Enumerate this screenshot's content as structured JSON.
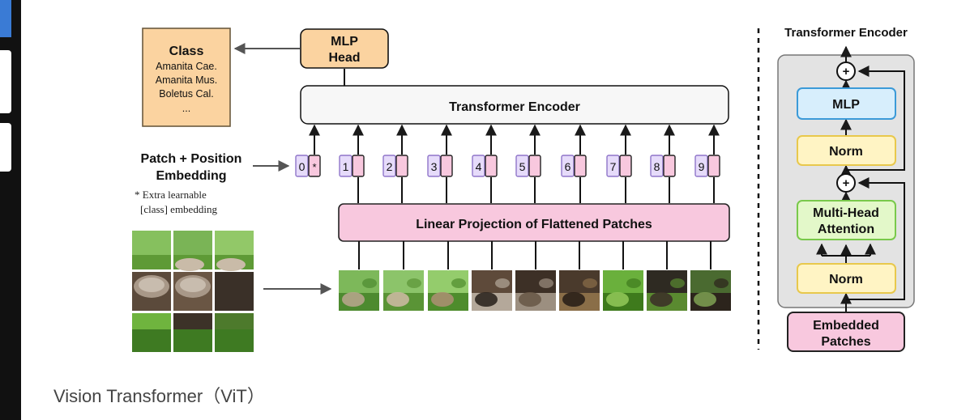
{
  "class_box": {
    "title": "Class",
    "items": [
      "Amanita Cae.",
      "Amanita Mus.",
      "Boletus Cal.",
      "..."
    ]
  },
  "mlp_head": {
    "line1": "MLP",
    "line2": "Head"
  },
  "transformer_encoder_label": "Transformer Encoder",
  "patch_embedding": {
    "line1": "Patch + Position",
    "line2": "Embedding"
  },
  "extra_note": {
    "line1": "* Extra learnable",
    "line2": "[class] embedding"
  },
  "tokens": [
    {
      "index": "0",
      "mark": "*"
    },
    {
      "index": "1"
    },
    {
      "index": "2"
    },
    {
      "index": "3"
    },
    {
      "index": "4"
    },
    {
      "index": "5"
    },
    {
      "index": "6"
    },
    {
      "index": "7"
    },
    {
      "index": "8"
    },
    {
      "index": "9"
    }
  ],
  "linear_projection_label": "Linear Projection of Flattened Patches",
  "encoder_block": {
    "title": "Transformer Encoder",
    "mlp": "MLP",
    "norm_top": "Norm",
    "mha_line1": "Multi-Head",
    "mha_line2": "Attention",
    "norm_bottom": "Norm",
    "plus": "+",
    "embedded_line1": "Embedded",
    "embedded_line2": "Patches"
  },
  "caption": "Vision Transformer（ViT）",
  "colors": {
    "orange": "#fbd3a0",
    "orange_stroke": "#8a6a3e",
    "purple": "#e6dbfa",
    "purple_stroke": "#8f75c9",
    "pink": "#f8c8de",
    "pink_stroke": "#6a4a5c",
    "yellow": "#fff4c4",
    "yellow_stroke": "#e8c84c",
    "blue": "#d7eefc",
    "blue_stroke": "#3b9ad8",
    "green": "#e3f8c9",
    "green_stroke": "#79c94b",
    "gray_panel": "#e3e3e3"
  }
}
